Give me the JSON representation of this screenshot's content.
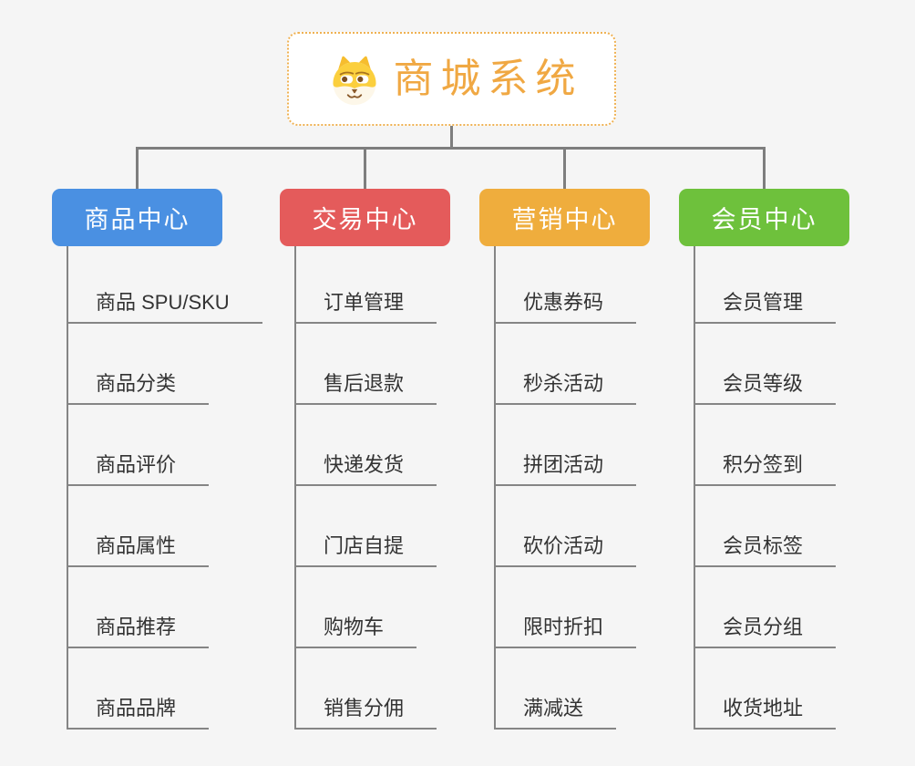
{
  "root": {
    "title": "商城系统",
    "icon": "shiba-dog-icon"
  },
  "branches": [
    {
      "label": "商品中心",
      "color": "#4a90e2",
      "items": [
        "商品 SPU/SKU",
        "商品分类",
        "商品评价",
        "商品属性",
        "商品推荐",
        "商品品牌"
      ]
    },
    {
      "label": "交易中心",
      "color": "#e45b5b",
      "items": [
        "订单管理",
        "售后退款",
        "快递发货",
        "门店自提",
        "购物车",
        "销售分佣"
      ]
    },
    {
      "label": "营销中心",
      "color": "#efad3d",
      "items": [
        "优惠券码",
        "秒杀活动",
        "拼团活动",
        "砍价活动",
        "限时折扣",
        "满减送"
      ]
    },
    {
      "label": "会员中心",
      "color": "#6ec13c",
      "items": [
        "会员管理",
        "会员等级",
        "积分签到",
        "会员标签",
        "会员分组",
        "收货地址"
      ]
    }
  ],
  "colors": {
    "background": "#f5f5f5",
    "connector": "#7e7e7e",
    "leaf_line": "#858585",
    "leaf_text": "#333333",
    "root_border": "#efb152",
    "root_text": "#f0a843"
  }
}
